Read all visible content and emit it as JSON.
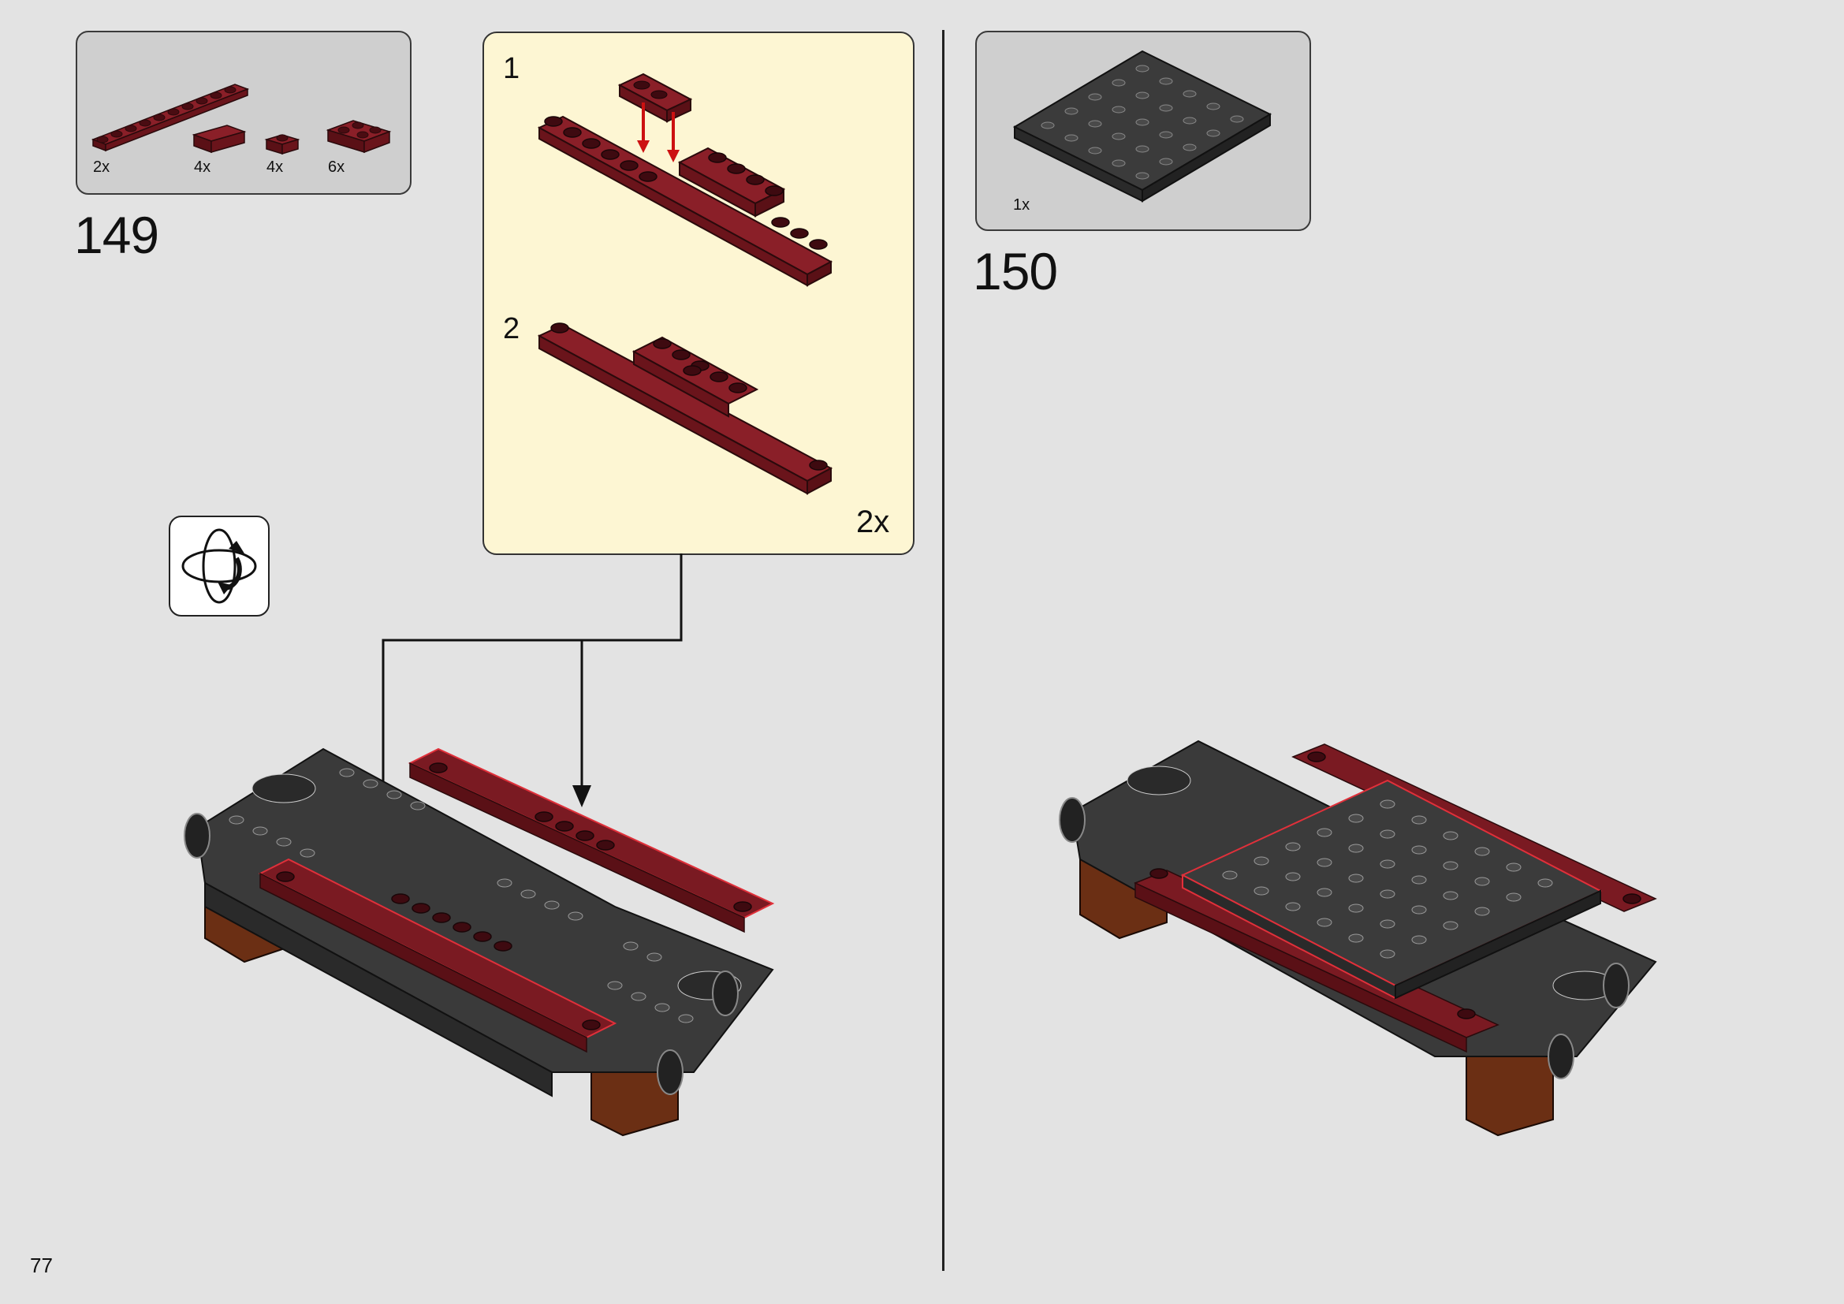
{
  "page_number": "77",
  "steps": [
    {
      "number": "149",
      "parts": [
        {
          "count": "2x",
          "name": "plate-1x10-dark-red"
        },
        {
          "count": "4x",
          "name": "plate-1x2-dark-red"
        },
        {
          "count": "4x",
          "name": "plate-1x1-dark-red"
        },
        {
          "count": "6x",
          "name": "plate-2x2-dark-red"
        }
      ],
      "sub_assembly": {
        "substeps": [
          "1",
          "2"
        ],
        "multiplier": "2x"
      },
      "rotate_icon": "rotate-model-icon"
    },
    {
      "number": "150",
      "parts": [
        {
          "count": "1x",
          "name": "plate-6x10-dark-gray"
        }
      ]
    }
  ],
  "colors": {
    "background": "#e3e3e3",
    "parts_box": "#cfcfcf",
    "sub_assembly_box": "#fdf6d3",
    "dark_red": "#7a1a22",
    "dark_gray": "#3b3b3b",
    "brown": "#6b2f14",
    "arrow_red": "#cc1111"
  }
}
